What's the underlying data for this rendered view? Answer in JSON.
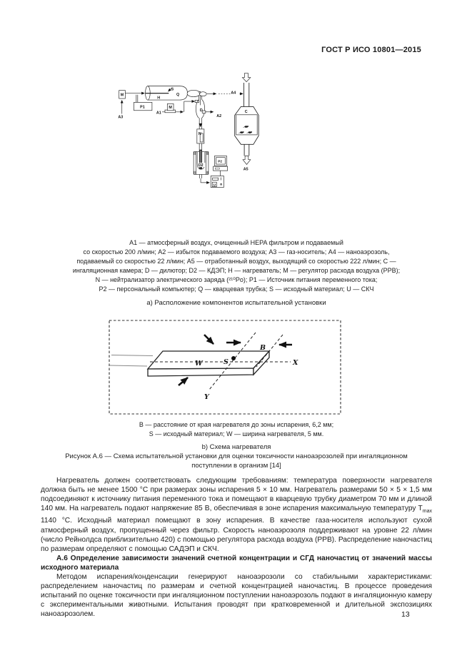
{
  "header": {
    "title": "ГОСТ Р ИСО 10801—2015"
  },
  "diagram_a": {
    "labels": {
      "m1": "М",
      "a3": "А3",
      "p1": "Р1",
      "s": "S",
      "h": "Н",
      "q": "Q",
      "a1": "А1",
      "m2": "М",
      "d": "D",
      "a2": "А2",
      "a4": "А4",
      "n": "N",
      "d2": "D2",
      "p2": "Р2",
      "u": "U",
      "c": "С",
      "a5": "А5"
    },
    "caption_lines": [
      "А1 — атмосферный воздух, очищенный HEPA фильтром и подаваемый",
      "со скоростью 200 л/мин; А2 — избыток подаваемого воздуха; А3 — газ-носитель;  А4 — наноаэрозоль,",
      "подаваемый со скоростью 22 л/мин; А5 — отработанный воздух, выходящий со скоростью 222 л/мин; С —",
      "ингаляционная камера; D — дилютор;  D2 — КДЭП; Н — нагреватель; М — регулятор расхода воздуха (РРВ);",
      "N — нейтрализатор электрического заряда (²¹⁰Po); Р1 — Источник питания переменного тока;",
      "Р2 — персональный компьютер; Q — кварцевая трубка; S — исходный материал; U — СКЧ"
    ],
    "subtitle": "а) Расположение компонентов испытательной установки"
  },
  "diagram_b": {
    "labels": {
      "b": "В",
      "w": "W",
      "s": "S",
      "x": "X",
      "y": "Y"
    },
    "caption_lines": [
      "В — расстояние от края нагревателя до зоны испарения, 6,2 мм;",
      "S — исходный материал; W — ширина нагревателя, 5 мм."
    ],
    "subtitle": "b) Схема нагревателя"
  },
  "figure_title_lines": [
    "Рисунок А.6 — Схема испытательной установки для оценки токсичности наноаэрозолей при ингаляционном",
    "поступлении в организм [14]"
  ],
  "body": {
    "p1_before": "Нагреватель должен соответствовать следующим требованиям: температура поверхности нагревателя должна быть не менее 1500 °С при размерах зоны испарения 5 × 10 мм. Нагреватель размерами 50 × 5 × 1,5 мм подсоединяют к источнику питания переменного тока и помещают в кварцевую трубку диаметром 70 мм и длиной 140 мм. На нагреватель подают напряжение 85 В, обеспечивая в зоне испарения максимальную температуру Т",
    "p1_sub": "max",
    "p1_after": " 1140 °С. Исходный материал помещают в зону испарения. В качестве газа-носителя используют сухой атмосферный воздух, пропущенный через фильтр. Скорость наноаэрозоля поддерживают на уровне 22 л/мин (число Рейнолдса приблизительно 420) с помощью регулятора расхода воздуха (РРВ). Распределение наночастиц по размерам определяют с помощью САДЭП и СКЧ.",
    "heading_a6": "А.6 Определение зависимости значений счетной концентрации и СГД наночастиц от значений массы исходного материала",
    "p2": "Методом испарения/конденсации генерируют наноаэрозоли со стабильными характеристиками: распределением наночастиц по размерам и счетной концентрацией наночастиц. В процессе проведения испытаний по оценке токсичности при ингаляционном поступлении наноаэрозоль подают в ингаляционную камеру с экспериментальными животными. Испытания проводят при кратковременной и длительной экспозициях наноаэрозолем."
  },
  "page_number": "13"
}
